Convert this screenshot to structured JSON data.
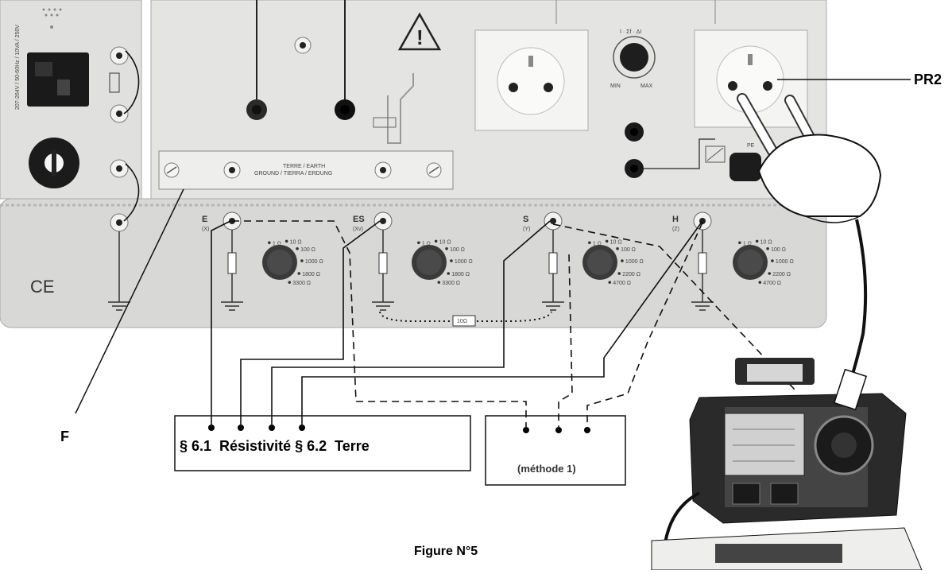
{
  "labels": {
    "pr2": "PR2",
    "f": "F",
    "figure": "Figure N°5",
    "box_left": "§ 6.1  Résistivité § 6.2  Terre",
    "box_right": "(méthode 1)",
    "terre_earth": "TERRE / EARTH",
    "terre_sub": "GROUND / TIERRA / ERDUNG",
    "ce_mark": "CE",
    "knob_top": "I · Σf · ΔI",
    "knob_min": "MIN",
    "knob_max": "MAX",
    "pe": "PE"
  },
  "terminals": [
    {
      "letter": "E",
      "sub": "(X)"
    },
    {
      "letter": "ES",
      "sub": "(Xv)"
    },
    {
      "letter": "S",
      "sub": "(Y)"
    },
    {
      "letter": "H",
      "sub": "(Z)"
    }
  ],
  "rotary_scales": [
    {
      "ticks": [
        "1 Ω",
        "10 Ω",
        "100 Ω",
        "1000 Ω",
        "1800 Ω",
        "3300 Ω"
      ]
    },
    {
      "ticks": [
        "1 Ω",
        "10 Ω",
        "100 Ω",
        "1000 Ω",
        "1800 Ω",
        "3300 Ω"
      ]
    },
    {
      "ticks": [
        "1 Ω",
        "10 Ω",
        "100 Ω",
        "1000 Ω",
        "2200 Ω",
        "4700 Ω"
      ]
    },
    {
      "ticks": [
        "1 Ω",
        "10 Ω",
        "100 Ω",
        "1000 Ω",
        "2200 Ω",
        "4700 Ω"
      ]
    }
  ],
  "bridge_label": "10Ω",
  "colors": {
    "panel": "#e4e4e2",
    "panel_lower": "#d6d6d4",
    "knob": "#3a3a3a",
    "socket": "#f3f3f1"
  }
}
